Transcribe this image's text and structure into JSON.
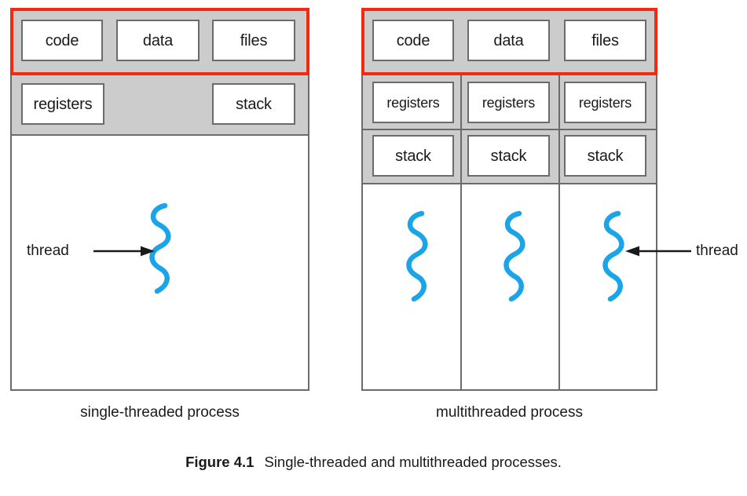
{
  "figure": {
    "number_label": "Figure 4.1",
    "caption_text": "Single-threaded and multithreaded processes.",
    "accent_highlight_color": "#f42a10",
    "band_color": "#cccccc",
    "thread_color": "#1ba5e8",
    "line_color": "#6b6b6b"
  },
  "single_threaded": {
    "caption": "single-threaded process",
    "shared_row": {
      "highlighted": true,
      "cells": [
        "code",
        "data",
        "files"
      ]
    },
    "per_thread_row": {
      "cells": [
        "registers",
        "stack"
      ]
    },
    "thread_label": "thread",
    "thread_count": 1
  },
  "multithreaded": {
    "caption": "multithreaded process",
    "shared_row": {
      "highlighted": true,
      "cells": [
        "code",
        "data",
        "files"
      ]
    },
    "registers_row": [
      "registers",
      "registers",
      "registers"
    ],
    "stack_row": [
      "stack",
      "stack",
      "stack"
    ],
    "thread_label": "thread",
    "thread_count": 3
  }
}
